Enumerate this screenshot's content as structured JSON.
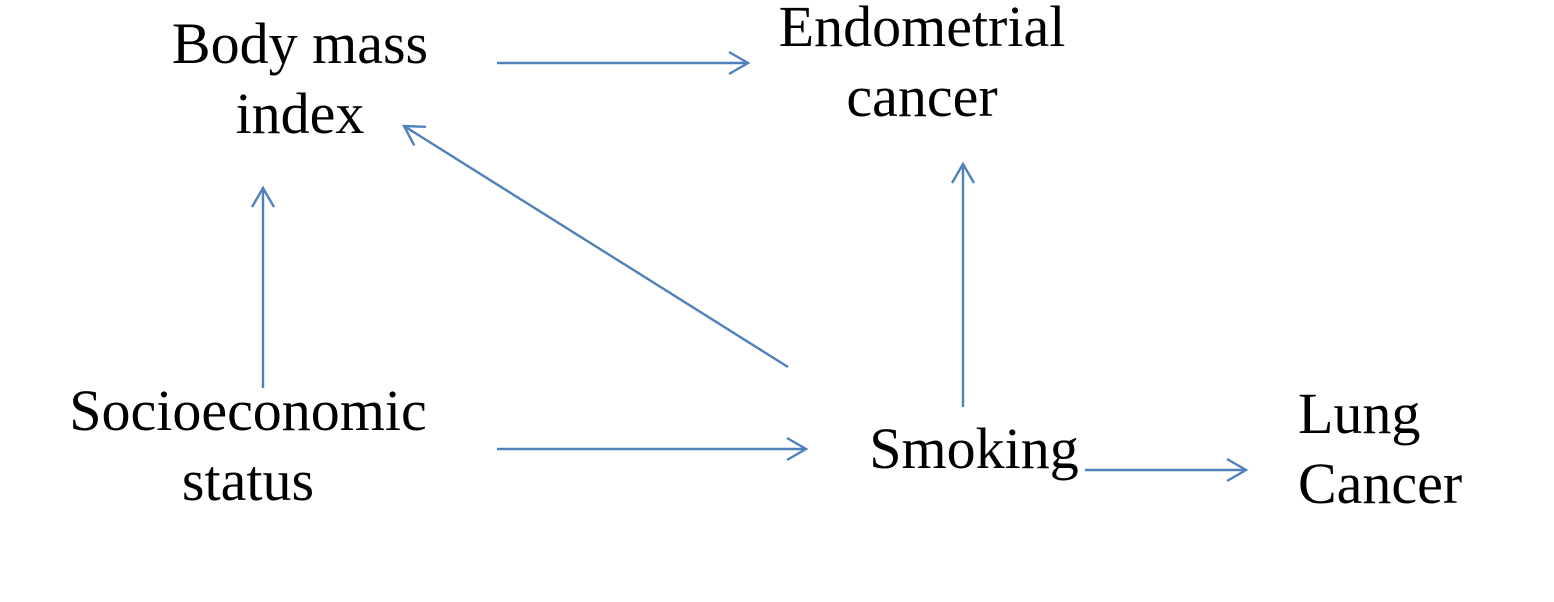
{
  "diagram": {
    "type": "causal-dag",
    "background_color": "#ffffff",
    "colors": {
      "arrow": "#4F81BD",
      "text": "#000000"
    },
    "nodes": [
      {
        "id": "body-mass-index",
        "label": "Body mass\nindex"
      },
      {
        "id": "endometrial-cancer",
        "label": "Endometrial\ncancer"
      },
      {
        "id": "socioeconomic-status",
        "label": "Socioeconomic\nstatus"
      },
      {
        "id": "smoking",
        "label": "Smoking"
      },
      {
        "id": "lung-cancer",
        "label": "Lung\nCancer"
      }
    ],
    "edges": [
      {
        "from": "body-mass-index",
        "to": "endometrial-cancer"
      },
      {
        "from": "socioeconomic-status",
        "to": "body-mass-index"
      },
      {
        "from": "smoking",
        "to": "body-mass-index"
      },
      {
        "from": "socioeconomic-status",
        "to": "smoking"
      },
      {
        "from": "smoking",
        "to": "endometrial-cancer"
      },
      {
        "from": "smoking",
        "to": "lung-cancer"
      }
    ]
  }
}
